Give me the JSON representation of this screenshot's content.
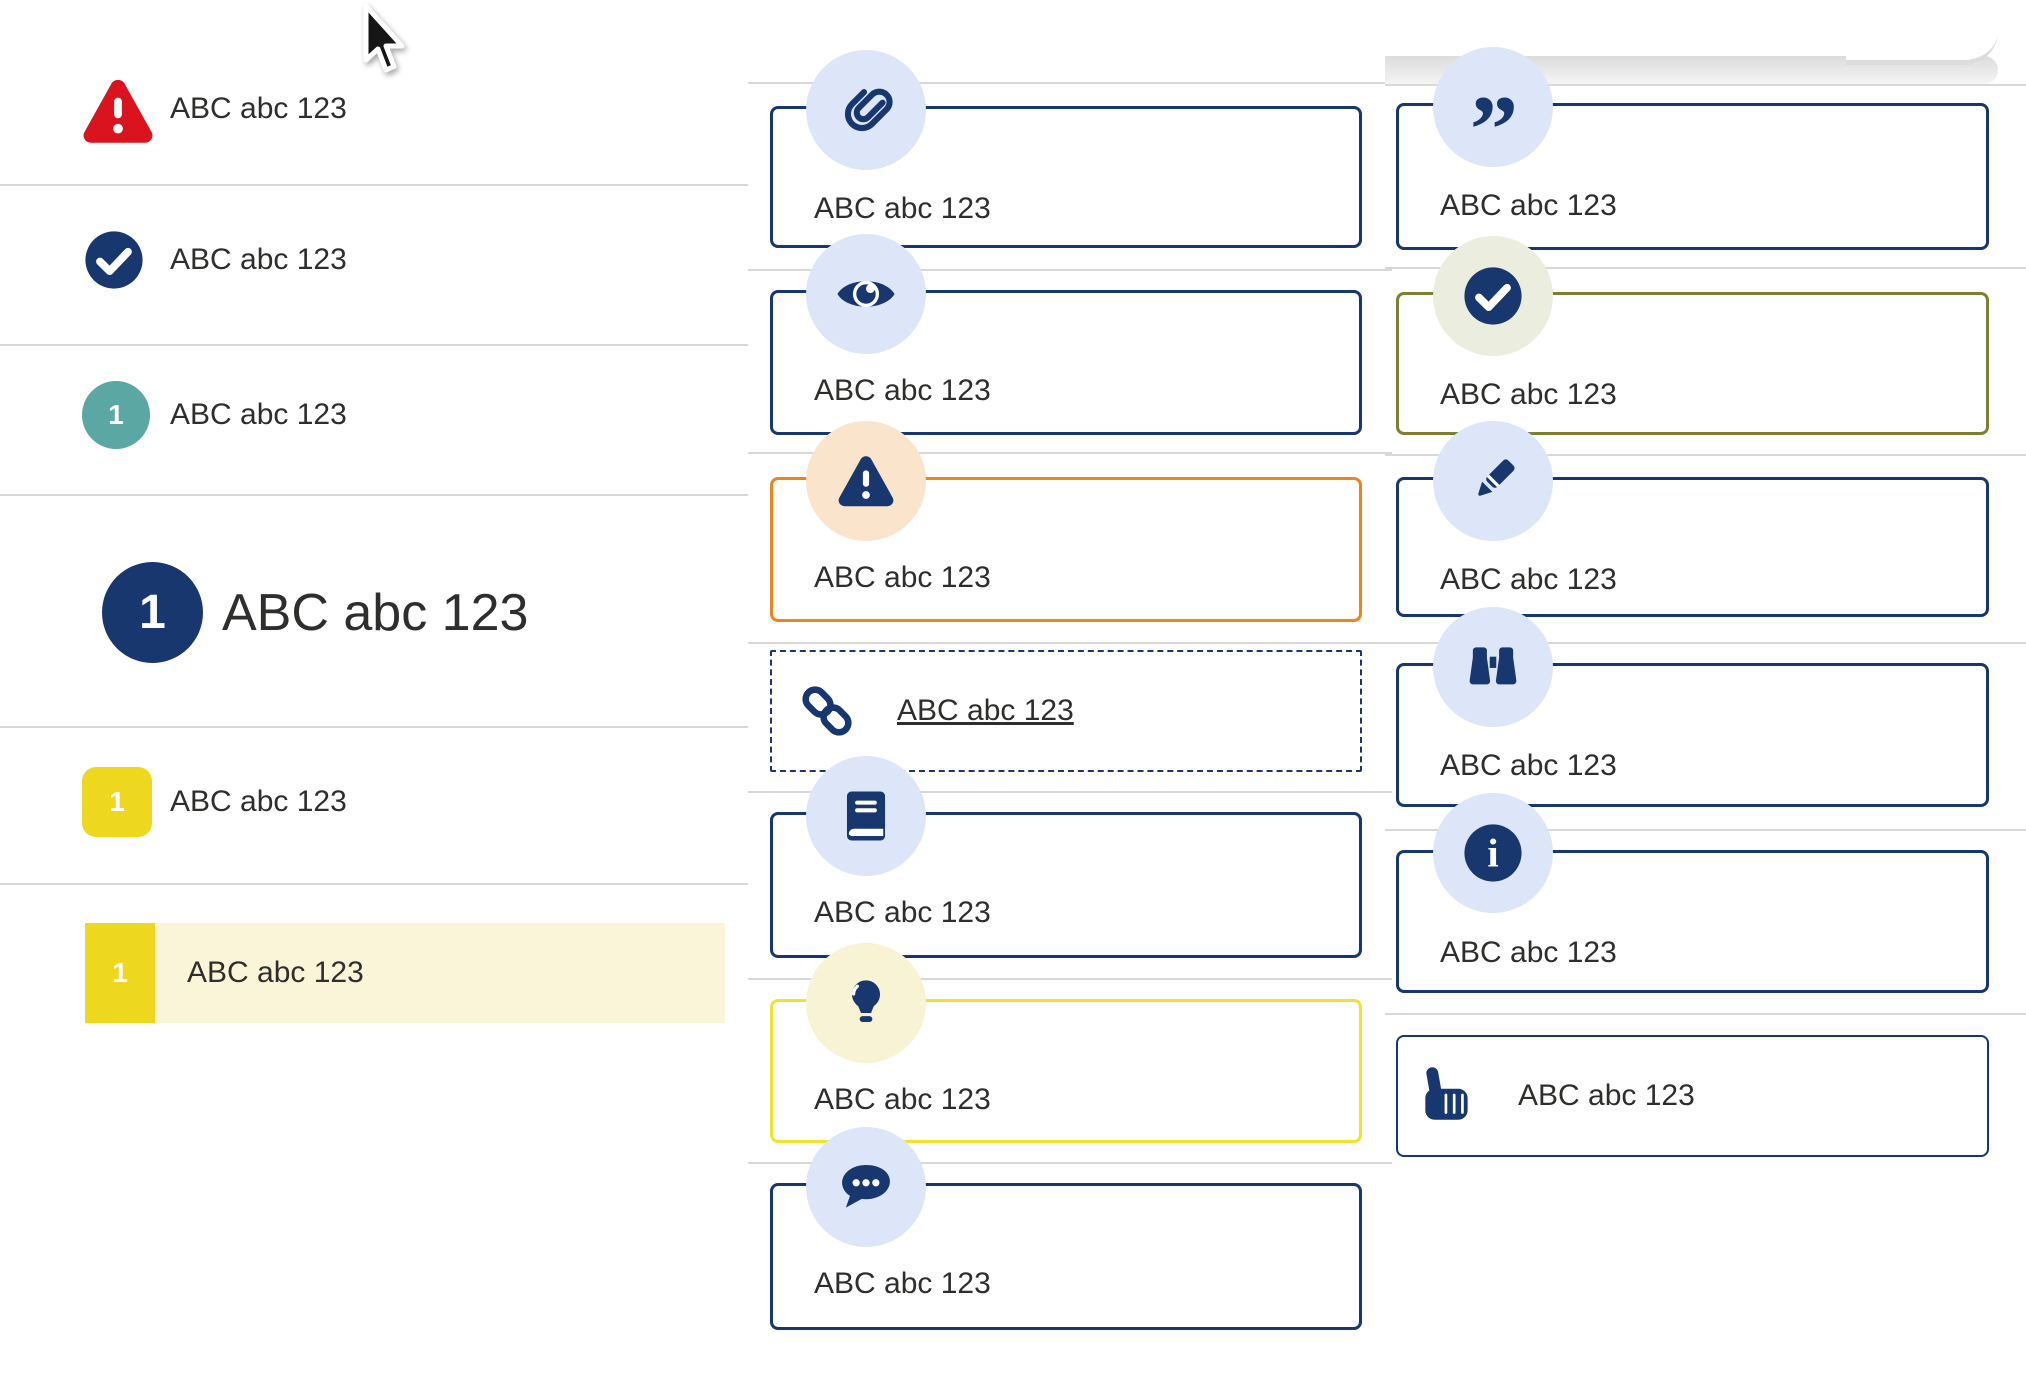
{
  "left": {
    "items": [
      {
        "icon": "warning-triangle-icon",
        "label": "ABC abc 123"
      },
      {
        "icon": "check-circle-icon",
        "label": "ABC abc 123"
      },
      {
        "icon": "teal-number-badge",
        "number": "1",
        "label": "ABC abc 123"
      },
      {
        "icon": "navy-number-badge-large",
        "number": "1",
        "label": "ABC abc 123"
      },
      {
        "icon": "yellow-number-badge",
        "number": "1",
        "label": "ABC abc 123"
      },
      {
        "icon": "yellow-number-badge",
        "number": "1",
        "label": "ABC abc 123",
        "state": "highlighted"
      }
    ]
  },
  "mid": {
    "cards": [
      {
        "icon": "paperclip-icon",
        "label": "ABC abc 123"
      },
      {
        "icon": "eye-icon",
        "label": "ABC abc 123"
      },
      {
        "icon": "warning-triangle-icon",
        "label": "ABC abc 123"
      },
      {
        "icon": "link-icon",
        "label": "ABC abc 123"
      },
      {
        "icon": "book-icon",
        "label": "ABC abc 123"
      },
      {
        "icon": "lightbulb-icon",
        "label": "ABC abc 123"
      },
      {
        "icon": "chat-bubble-icon",
        "label": "ABC abc 123"
      }
    ]
  },
  "right": {
    "cards": [
      {
        "icon": "quote-icon",
        "label": "ABC abc 123"
      },
      {
        "icon": "check-circle-icon",
        "label": "ABC abc 123"
      },
      {
        "icon": "pencil-icon",
        "label": "ABC abc 123"
      },
      {
        "icon": "binoculars-icon",
        "label": "ABC abc 123"
      },
      {
        "icon": "info-circle-icon",
        "label": "ABC abc 123"
      },
      {
        "icon": "hand-pointer-icon",
        "label": "ABC abc 123"
      }
    ]
  },
  "glyphs": {
    "quote": "”",
    "info": "i"
  },
  "colors": {
    "navy": "#17376e",
    "light_blue": "#dce6f8",
    "red": "#da141f",
    "teal": "#5aa7a4",
    "yellow": "#eed71f",
    "pale_yellow_row": "#faf5d9",
    "orange": "#e9861f",
    "pale_orange": "#fbe4cc",
    "olive": "#7d8030",
    "pale_olive": "#ebeede",
    "lightbulb_border": "#f0e32d",
    "divider": "#d8d8d8",
    "text": "#2f2e2c"
  }
}
